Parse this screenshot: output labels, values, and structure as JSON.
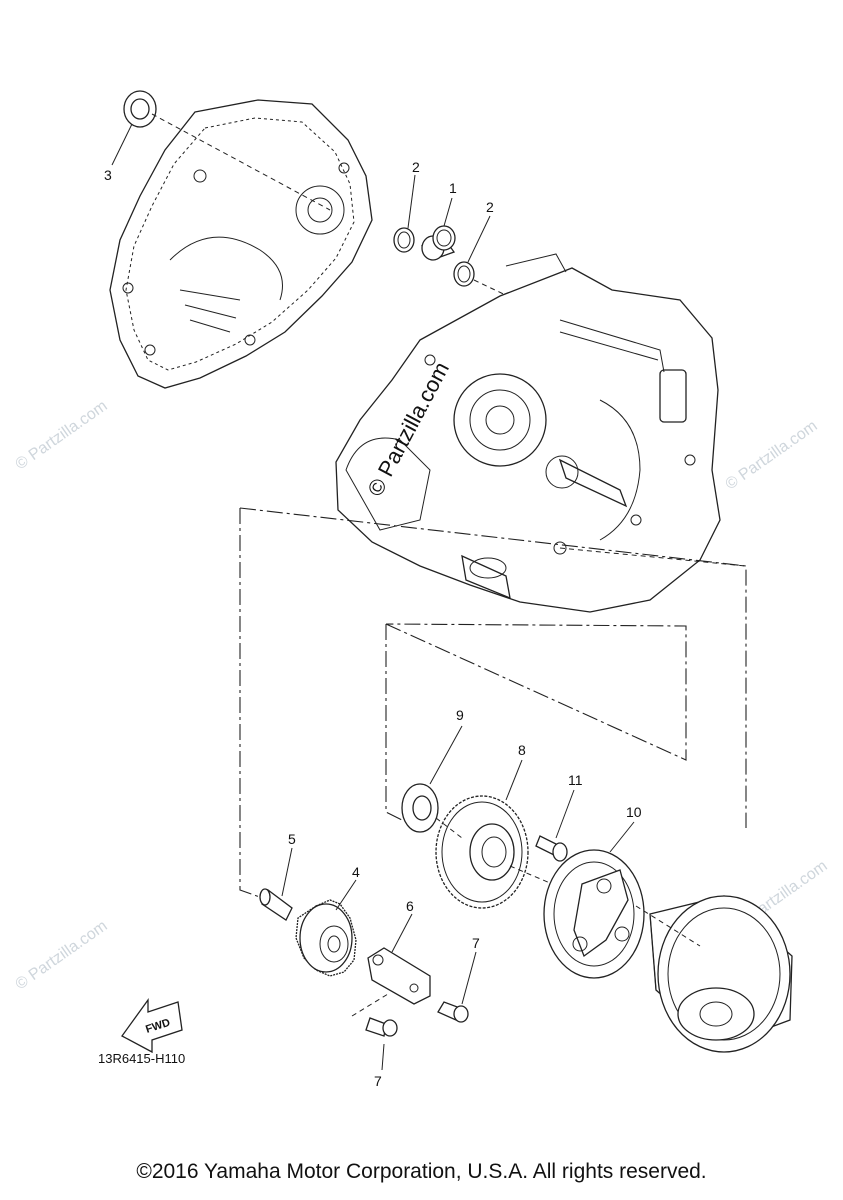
{
  "watermarks": {
    "center": "© Partzilla.com",
    "side": "© Partzilla.com"
  },
  "callouts": {
    "c1": "1",
    "c2a": "2",
    "c2b": "2",
    "c3": "3",
    "c4": "4",
    "c5": "5",
    "c6": "6",
    "c7a": "7",
    "c7b": "7",
    "c8": "8",
    "c9": "9",
    "c10": "10",
    "c11": "11"
  },
  "fwd_label": "FWD",
  "diagram_code": "13R6415-H110",
  "copyright": "©2016 Yamaha Motor Corporation, U.S.A. All rights reserved."
}
